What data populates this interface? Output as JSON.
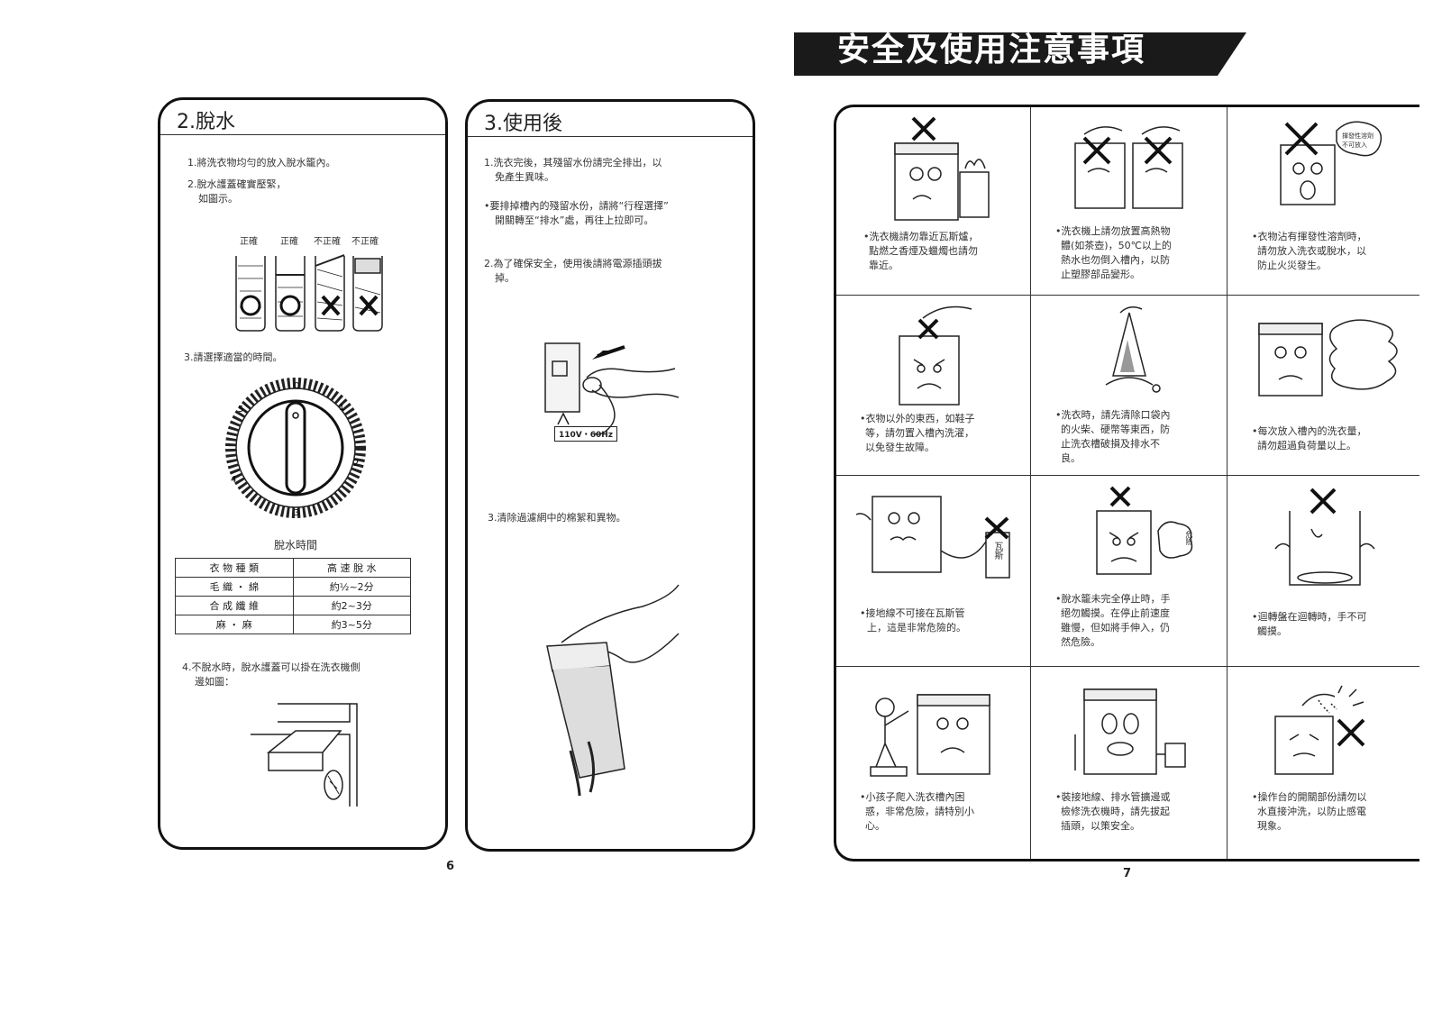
{
  "banner": {
    "title": "安全及使用注意事項"
  },
  "spin": {
    "title": "2.脫水",
    "step1": "1.將洗衣物均勻的放入脫水籠內。",
    "step2a": "2.脫水護蓋確實壓緊，",
    "step2b": "如圖示。",
    "labels": [
      "正確",
      "正確",
      "不正確",
      "不正確"
    ],
    "step3": "3.請選擇適當的時間。",
    "dial_marks": [
      "0",
      "1",
      "2",
      "3",
      "4",
      "5"
    ],
    "table_title": "脫水時間",
    "table_header": [
      "衣 物 種 類",
      "高 速 脫 水"
    ],
    "table_rows": [
      [
        "毛 織 ・ 綿",
        "約½~2分"
      ],
      [
        "合 成 纖 維",
        "約2~3分"
      ],
      [
        "麻 ・ 麻",
        "約3~5分"
      ]
    ],
    "step4a": "4.不脫水時，脫水護蓋可以掛在洗衣機側",
    "step4b": "邊如圖："
  },
  "after": {
    "title": "3.使用後",
    "step1a": "1.洗衣完後，其殘留水份請完全排出，以",
    "step1b": "免產生異味。",
    "bullet1a": "•要排掉槽內的殘留水份，請將“行程選擇”",
    "bullet1b": "開關轉至“排水”處，再往上拉即可。",
    "step2a": "2.為了確保安全，使用後請將電源插頭拔",
    "step2b": "掉。",
    "voltage": "110V・60Hz",
    "step3": "3.清除過濾網中的棉絮和異物。"
  },
  "page_numbers": {
    "left": "6",
    "right": "7"
  },
  "safety_cells": [
    {
      "lines": [
        "•洗衣機請勿靠近瓦斯爐，",
        "點燃之香煙及蠟燭也請勿",
        "靠近。"
      ]
    },
    {
      "lines": [
        "•洗衣機上請勿放置高熱物",
        "體(如茶壺)，50℃以上的",
        "熱水也勿倒入槽內，以防",
        "止塑膠部品變形。"
      ]
    },
    {
      "lines": [
        "•衣物沾有揮發性溶劑時，",
        "請勿放入洗衣或脫水，以",
        "防止火災發生。"
      ],
      "sign": [
        "揮發性溶劑",
        "不可放入"
      ]
    },
    {
      "lines": [
        "•衣物以外的東西，如鞋子",
        "等，請勿置入槽內洗濯，",
        "以免發生故障。"
      ]
    },
    {
      "lines": [
        "•洗衣時，請先清除口袋內",
        "的火柴、硬幣等東西，防",
        "止洗衣槽破損及排水不",
        "良。"
      ]
    },
    {
      "lines": [
        "•每次放入槽內的洗衣量，",
        "請勿超過負荷量以上。"
      ]
    },
    {
      "lines": [
        "•接地線不可接在瓦斯管",
        "上，這是非常危險的。"
      ],
      "tank": "瓦斯"
    },
    {
      "lines": [
        "•脫水籠未完全停止時，手",
        "絕勿觸摸。在停止前速度",
        "雖慢，但如將手伸入，仍",
        "然危險。"
      ],
      "bubble": "危險"
    },
    {
      "lines": [
        "•迴轉盤在迴轉時，手不可",
        "觸摸。"
      ]
    },
    {
      "lines": [
        "•小孩子爬入洗衣槽內困",
        "惑，非常危險，請特別小",
        "心。"
      ]
    },
    {
      "lines": [
        "•裝接地線、排水管擴邊或",
        "檢修洗衣機時，請先拔起",
        "插頭，以策安全。"
      ]
    },
    {
      "lines": [
        "•操作台的開關部份請勿以",
        "水直接沖洗，以防止感電",
        "現象。"
      ]
    }
  ]
}
